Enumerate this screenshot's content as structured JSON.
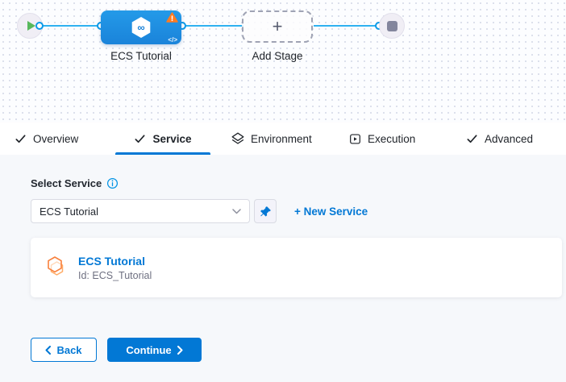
{
  "colors": {
    "accent_blue": "#0278d5",
    "node_blue": "#1d8ce2",
    "connector_blue": "#2fb1f0",
    "warning_orange": "#ff7b21",
    "play_green": "#57b85c",
    "service_icon_orange": "#f8803c",
    "content_bg": "#f6f8fb"
  },
  "pipeline": {
    "stage_label": "ECS Tutorial",
    "add_stage_label": "Add Stage",
    "plus_glyph": "+",
    "code_icon_label": "</>"
  },
  "tabs": [
    {
      "label": "Overview",
      "icon": "check-icon",
      "active": false
    },
    {
      "label": "Service",
      "icon": "check-icon",
      "active": true
    },
    {
      "label": "Environment",
      "icon": "environment-icon",
      "active": false
    },
    {
      "label": "Execution",
      "icon": "execution-icon",
      "active": false
    },
    {
      "label": "Advanced",
      "icon": "check-icon",
      "active": false
    }
  ],
  "service_form": {
    "label": "Select Service",
    "select_value": "ECS Tutorial",
    "new_service_label": "+ New Service",
    "card": {
      "title": "ECS Tutorial",
      "id_text": "Id: ECS_Tutorial"
    }
  },
  "footer": {
    "back_label": "Back",
    "continue_label": "Continue"
  }
}
